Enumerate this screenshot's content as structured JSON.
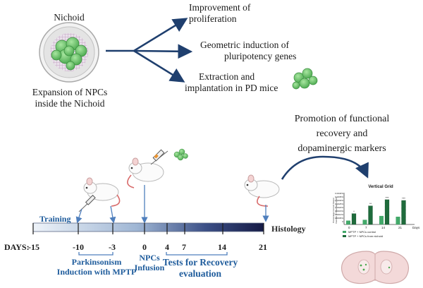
{
  "nichoid": {
    "title": "Nichoid",
    "caption_line1": "Expansion of NPCs",
    "caption_line2": "inside the Nichoid"
  },
  "outcomes": [
    {
      "line1": "Improvement of",
      "line2": "proliferation"
    },
    {
      "line1": "Geometric induction of",
      "line2": "pluripotency genes"
    },
    {
      "line1": "Extraction and",
      "line2": "implantation in PD mice"
    }
  ],
  "promotion": {
    "line1": "Promotion of functional",
    "line2": "recovery and",
    "line3": "dopaminergic markers"
  },
  "timeline": {
    "training_label": "Training",
    "histology_label": "Histology",
    "days_label": "DAYS:",
    "days": [
      "-15",
      "-10",
      "-3",
      "0",
      "4",
      "7",
      "14",
      "21"
    ]
  },
  "phases": {
    "parkinsonism_line1": "Parkinsonism",
    "parkinsonism_line2": "Induction with MPTP",
    "npcs_line1": "NPCs",
    "npcs_line2": "Infusion",
    "tests_line1": "Tests for Recovery",
    "tests_line2": "evaluation"
  },
  "mini_chart": {
    "title": "Vertical Grid",
    "ylabel_line1": "Percentage Correct Steps/",
    "ylabel_line2": "Number of Total steps (Cell)",
    "yticks": [
      "0.0040%",
      "0.0035%",
      "0.0030%",
      "0.0025%",
      "0.0020%",
      "0.0015%",
      "0.0010%",
      "0.0005%",
      "0"
    ],
    "xticks": [
      "0",
      "7",
      "14",
      "21"
    ],
    "xunit": "Days",
    "legend": [
      "MPTP + NPCs control",
      "MPTP + NPCs from nichoid"
    ],
    "sig": [
      "*",
      "**",
      "***",
      "***"
    ],
    "colors": {
      "control": "#43a96a",
      "nichoid": "#1f6b3c"
    }
  },
  "chart_data": {
    "type": "bar",
    "title": "Vertical Grid",
    "categories": [
      "0",
      "7",
      "14",
      "21"
    ],
    "ylim": [
      0,
      0.004
    ],
    "series": [
      {
        "name": "MPTP + NPCs control",
        "values": [
          0.0005,
          0.0006,
          0.0011,
          0.001
        ]
      },
      {
        "name": "MPTP + NPCs from nichoid",
        "values": [
          0.0014,
          0.0024,
          0.0032,
          0.0031
        ]
      }
    ]
  },
  "colors": {
    "arrow": "#1f3f6e",
    "thin_arrow": "#4f7fbd",
    "bar_light": "#e9f0f7",
    "bar_dark": "#1a1f4e"
  }
}
